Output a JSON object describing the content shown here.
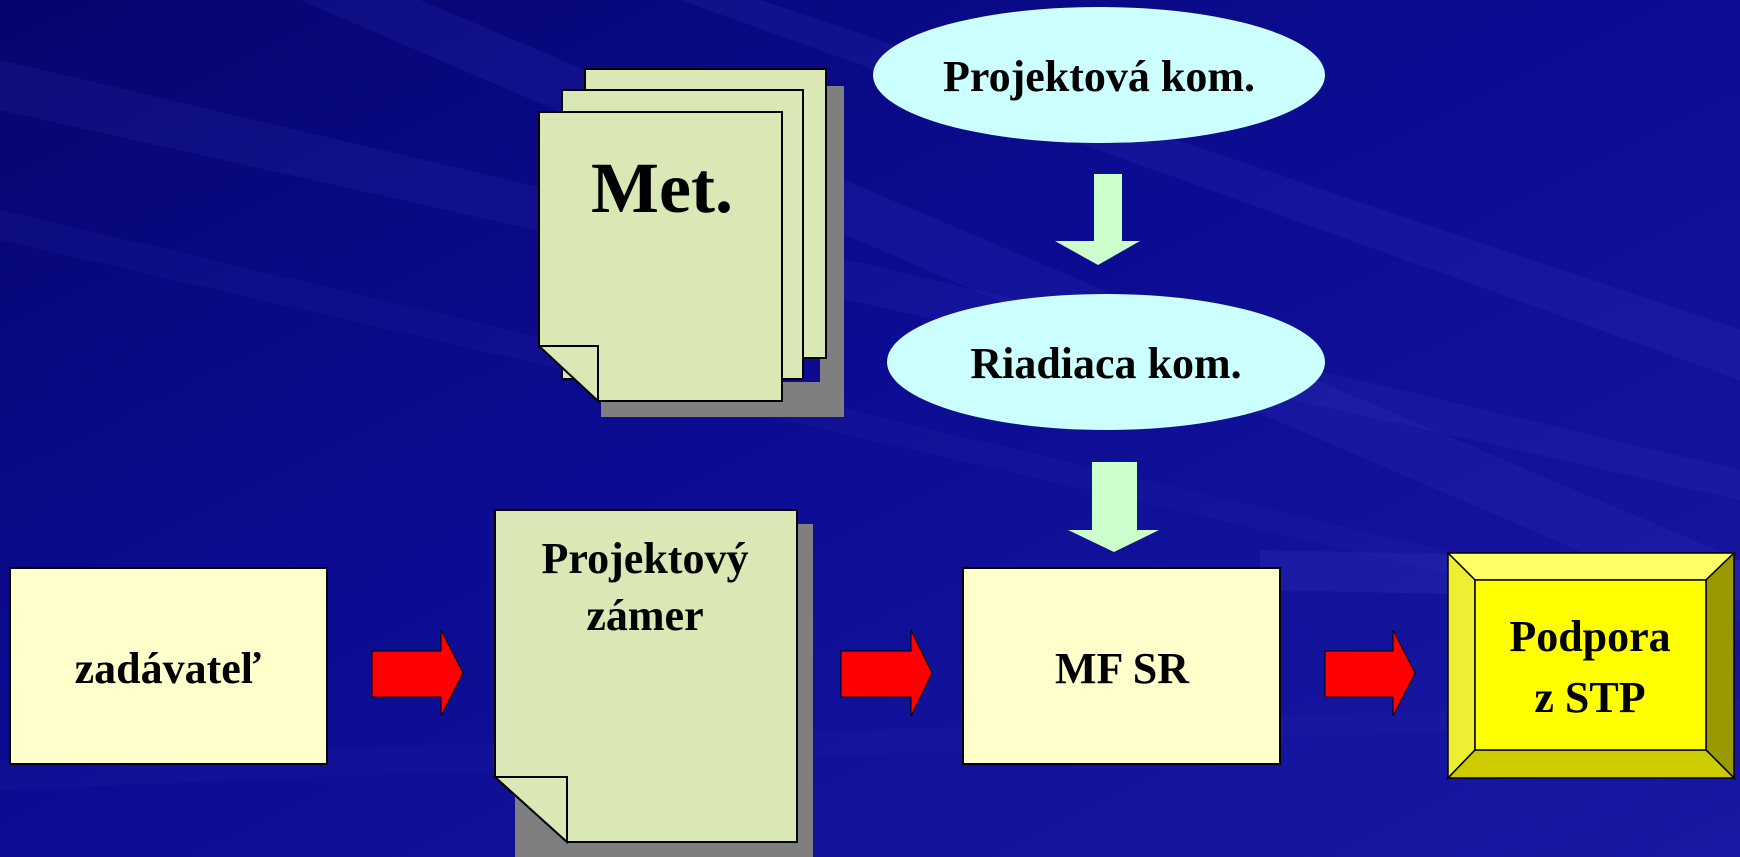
{
  "diagram": {
    "methodology_doc": "Met.",
    "ellipse_top": "Projektová kom.",
    "ellipse_mid": "Riadiaca kom.",
    "box_requester": "zadávateľ",
    "project_doc_line1": "Projektový",
    "project_doc_line2": "zámer",
    "box_ministry": "MF SR",
    "result_line1": "Podpora",
    "result_line2": "z STP"
  },
  "colors": {
    "background": "#0a0a8a",
    "doc_fill": "#d9e8b4",
    "box_fill": "#ffffcc",
    "ellipse_fill": "#ccffff",
    "flow_arrow": "#ff0000",
    "down_arrow": "#ccffcc",
    "result_fill": "#ffff00"
  }
}
